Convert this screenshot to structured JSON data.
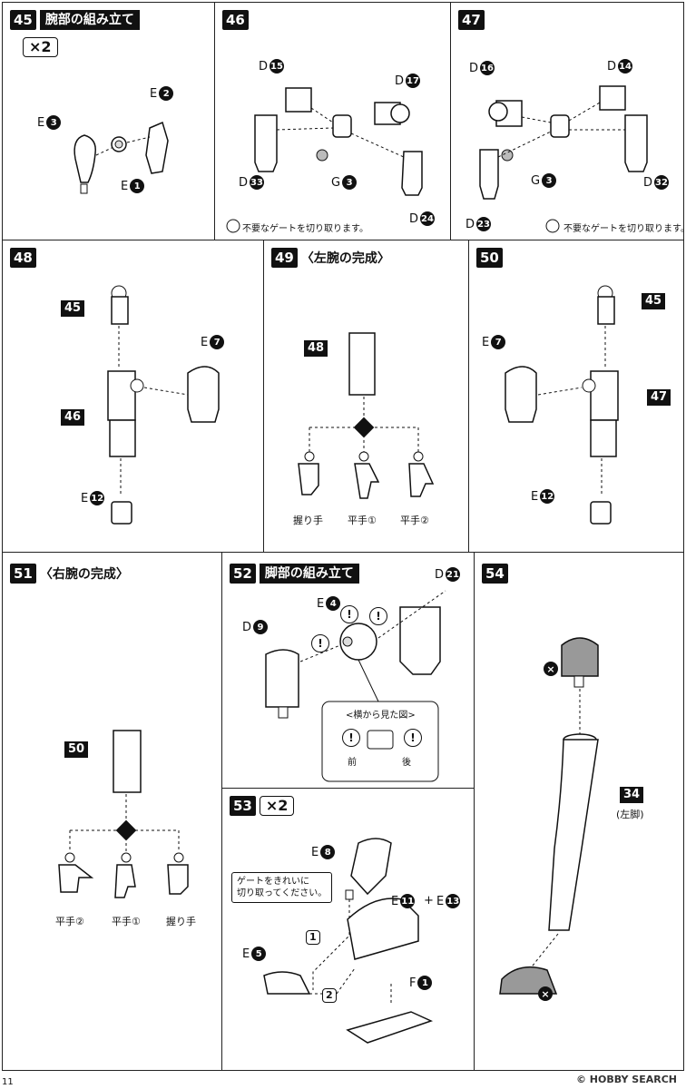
{
  "page_number": "11",
  "watermark": "© HOBBY SEARCH",
  "p45": {
    "num": "45",
    "title": "腕部の組み立て",
    "mult": "×2",
    "parts": [
      "E",
      "E",
      "E"
    ],
    "nums": [
      "3",
      "2",
      "1"
    ]
  },
  "p46": {
    "num": "46",
    "labels": [
      {
        "l": "D",
        "n": "15"
      },
      {
        "l": "D",
        "n": "17"
      },
      {
        "l": "D",
        "n": "33"
      },
      {
        "l": "G",
        "n": "3"
      },
      {
        "l": "D",
        "n": "24"
      }
    ],
    "note": "不要なゲートを切り取ります。"
  },
  "p47": {
    "num": "47",
    "labels": [
      {
        "l": "D",
        "n": "16"
      },
      {
        "l": "D",
        "n": "14"
      },
      {
        "l": "G",
        "n": "3"
      },
      {
        "l": "D",
        "n": "32"
      },
      {
        "l": "D",
        "n": "23"
      }
    ],
    "note": "不要なゲートを切り取ります。"
  },
  "p48": {
    "num": "48",
    "tags": [
      "45",
      "46"
    ],
    "labels": [
      {
        "l": "E",
        "n": "7"
      },
      {
        "l": "E",
        "n": "12"
      }
    ]
  },
  "p49": {
    "num": "49",
    "title": "〈左腕の完成〉",
    "tag": "48",
    "hands": [
      "握り手",
      "平手①",
      "平手②"
    ]
  },
  "p50": {
    "num": "50",
    "tags": [
      "45",
      "47"
    ],
    "labels": [
      {
        "l": "E",
        "n": "7"
      },
      {
        "l": "E",
        "n": "12"
      }
    ]
  },
  "p51": {
    "num": "51",
    "title": "〈右腕の完成〉",
    "tag": "50",
    "hands": [
      "平手②",
      "平手①",
      "握り手"
    ]
  },
  "p52": {
    "num": "52",
    "title": "脚部の組み立て",
    "labels": [
      {
        "l": "D",
        "n": "21"
      },
      {
        "l": "E",
        "n": "4"
      },
      {
        "l": "D",
        "n": "9"
      }
    ],
    "side_title": "<横から見た図>",
    "front": "前",
    "back": "後"
  },
  "p53": {
    "num": "53",
    "mult": "×2",
    "labels": [
      {
        "l": "E",
        "n": "8"
      },
      {
        "l": "E",
        "n": "11"
      },
      {
        "l": "E",
        "n": "13"
      },
      {
        "l": "E",
        "n": "5"
      },
      {
        "l": "F",
        "n": "1"
      }
    ],
    "plus": "+",
    "note": "ゲートをきれいに\n切り取ってください。",
    "seq": [
      "1",
      "2"
    ]
  },
  "p54": {
    "num": "54",
    "tag": "34",
    "sub": "(左脚)"
  }
}
